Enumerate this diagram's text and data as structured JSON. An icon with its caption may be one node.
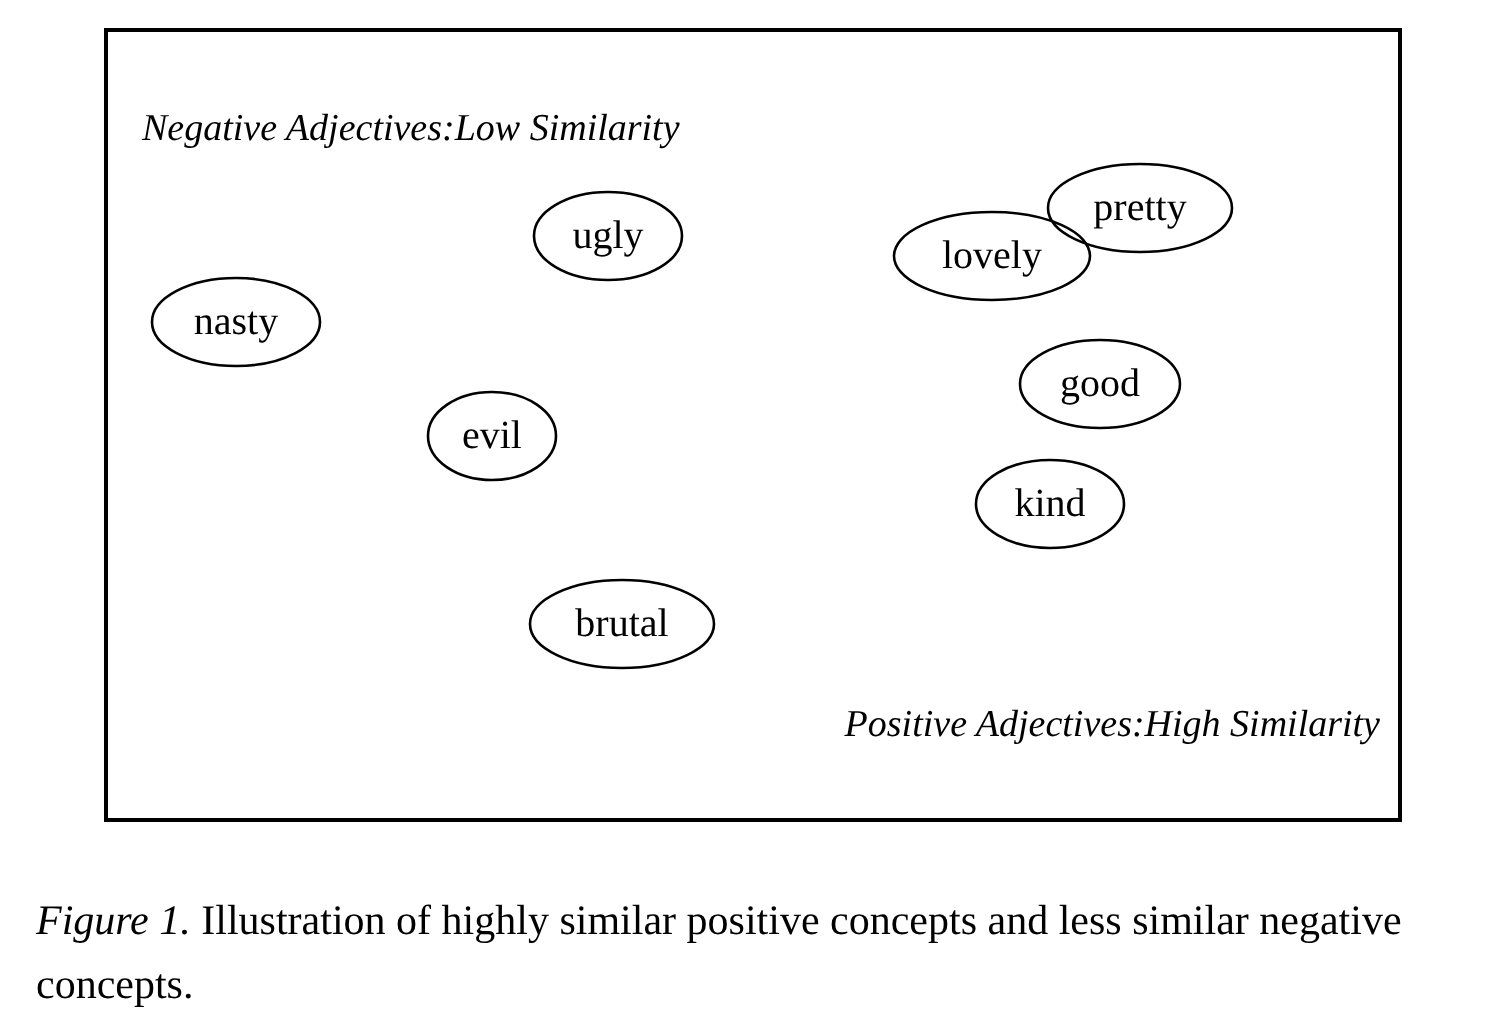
{
  "diagram": {
    "caption": "*Figure 1.*   Illustration of highly similar positive concepts and less similar negative concepts.",
    "nodes": [
      {
        "text": [
          "Negative Adjectives:Low Similarity",
          "Positive Adjectives:High Similarity"
        ]
      },
      {
        "text": [
          "pretty"
        ],
        "in": 0
      },
      {
        "text": [
          "ugly"
        ],
        "in": 0
      },
      {
        "text": [
          "lovely"
        ],
        "in": 0
      },
      {
        "text": [
          "nasty"
        ],
        "in": 0
      },
      {
        "text": [
          "good"
        ],
        "in": 0
      },
      {
        "text": [
          "evil"
        ],
        "in": 0
      },
      {
        "text": [
          "kind"
        ],
        "in": 0
      },
      {
        "text": [
          "brutal"
        ],
        "in": 0
      }
    ]
  }
}
